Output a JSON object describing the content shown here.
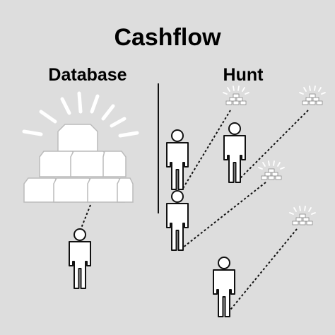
{
  "title": "Cashflow",
  "sections": {
    "left": "Database",
    "right": "Hunt"
  },
  "colors": {
    "background": "#dddddd",
    "figure": "#ffffff",
    "outline": "#111111"
  },
  "icons": [
    "gold-bars-icon",
    "person-icon",
    "divider-line",
    "dotted-link"
  ]
}
